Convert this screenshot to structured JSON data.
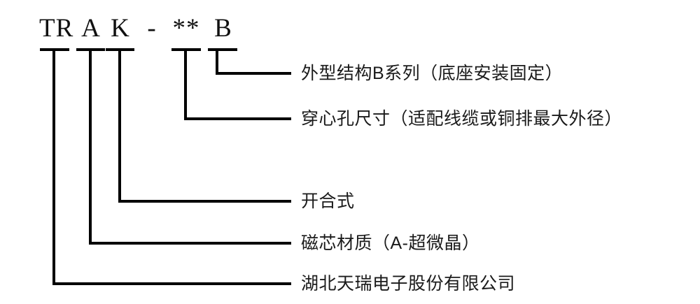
{
  "diagram": {
    "type": "model-number-designation",
    "background_color": "#ffffff",
    "line_color": "#000000",
    "text_color": "#1a1a1a",
    "part_number_full": "TR A K - ** B",
    "code_segments": [
      {
        "text": "TR",
        "name": "code-tr"
      },
      {
        "text": "A",
        "name": "code-a"
      },
      {
        "text": "K",
        "name": "code-k"
      },
      {
        "text": "-",
        "name": "code-dash"
      },
      {
        "text": "**",
        "name": "code-stars"
      },
      {
        "text": "B",
        "name": "code-b"
      }
    ],
    "annotations": [
      {
        "id": "annotation-b-series",
        "code_ref": "B",
        "label": "外型结构B系列（底座安装固定）"
      },
      {
        "id": "annotation-hole-size",
        "code_ref": "**",
        "label": "穿心孔尺寸（适配线缆或铜排最大外径）"
      },
      {
        "id": "annotation-split-core",
        "code_ref": "K",
        "label": "开合式"
      },
      {
        "id": "annotation-core-material",
        "code_ref": "A",
        "label": "磁芯材质（A-超微晶）"
      },
      {
        "id": "annotation-company",
        "code_ref": "TR",
        "label": "湖北天瑞电子股份有限公司"
      }
    ]
  }
}
